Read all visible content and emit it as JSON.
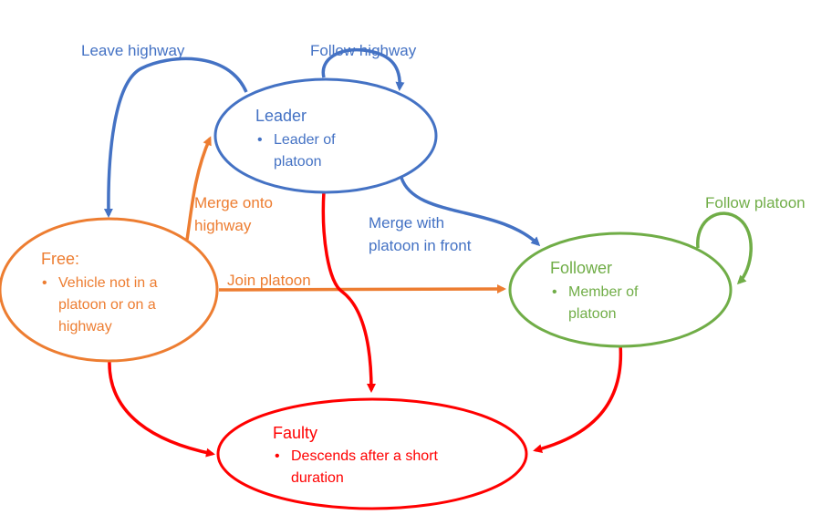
{
  "colors": {
    "blue": "#4472c4",
    "orange": "#ed7d31",
    "green": "#70ad47",
    "red": "#ff0000"
  },
  "states": {
    "leader": {
      "title": "Leader",
      "bullet": "•",
      "line1": "Leader of",
      "line2": "platoon"
    },
    "free": {
      "title": "Free:",
      "bullet": "•",
      "line1": "Vehicle not in a",
      "line2": "platoon or on a",
      "line3": "highway"
    },
    "follower": {
      "title": "Follower",
      "bullet": "•",
      "line1": "Member of",
      "line2": "platoon"
    },
    "faulty": {
      "title": "Faulty",
      "bullet": "•",
      "line1": "Descends after a short",
      "line2": "duration"
    }
  },
  "transitions": {
    "leave_highway": "Leave highway",
    "follow_highway": "Follow highway",
    "merge_onto_highway_1": "Merge onto",
    "merge_onto_highway_2": "highway",
    "merge_with_platoon_1": "Merge with",
    "merge_with_platoon_2": "platoon in front",
    "join_platoon": "Join platoon",
    "follow_platoon": "Follow platoon"
  }
}
